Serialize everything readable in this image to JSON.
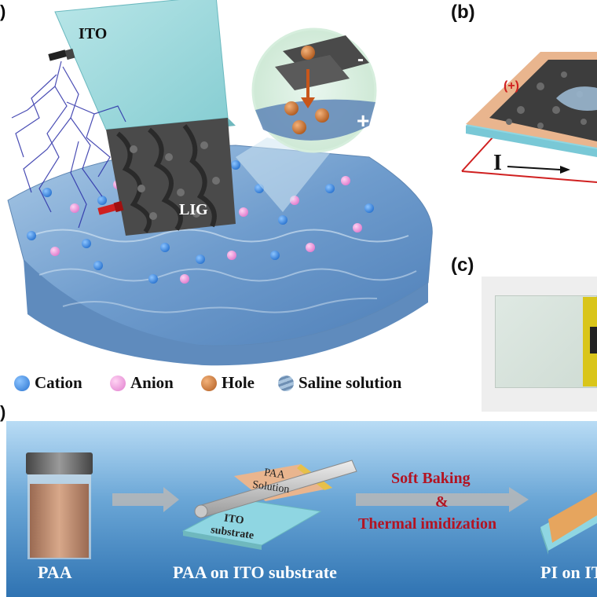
{
  "panel_a": {
    "label": ")",
    "ito_label": "ITO",
    "lig_label": "LIG",
    "minus_sign": "-",
    "plus_sign": "+",
    "legend": [
      {
        "label": "Cation",
        "color": "#3d8ee6"
      },
      {
        "label": "Anion",
        "color": "#f29ee0"
      },
      {
        "label": "Hole",
        "color": "#c8692a"
      },
      {
        "label": "Saline solution",
        "color": "#7fa4c4"
      }
    ]
  },
  "panel_b": {
    "label": "(b)",
    "positive_label": "(+)",
    "current_label": "I"
  },
  "panel_c": {
    "label": "(c)"
  },
  "panel_d": {
    "label": ")",
    "paa_label": "PAA",
    "paa_solution_label_1": "PAA",
    "paa_solution_label_2": "Solution",
    "ito_substrate_label_1": "ITO",
    "ito_substrate_label_2": "substrate",
    "step_line_1": "Soft Baking",
    "step_line_2": "&",
    "step_line_3": "Thermal imidization",
    "paa_on_ito_label": "PAA on ITO substrate",
    "pi_on_ito_label": "PI on IT"
  }
}
